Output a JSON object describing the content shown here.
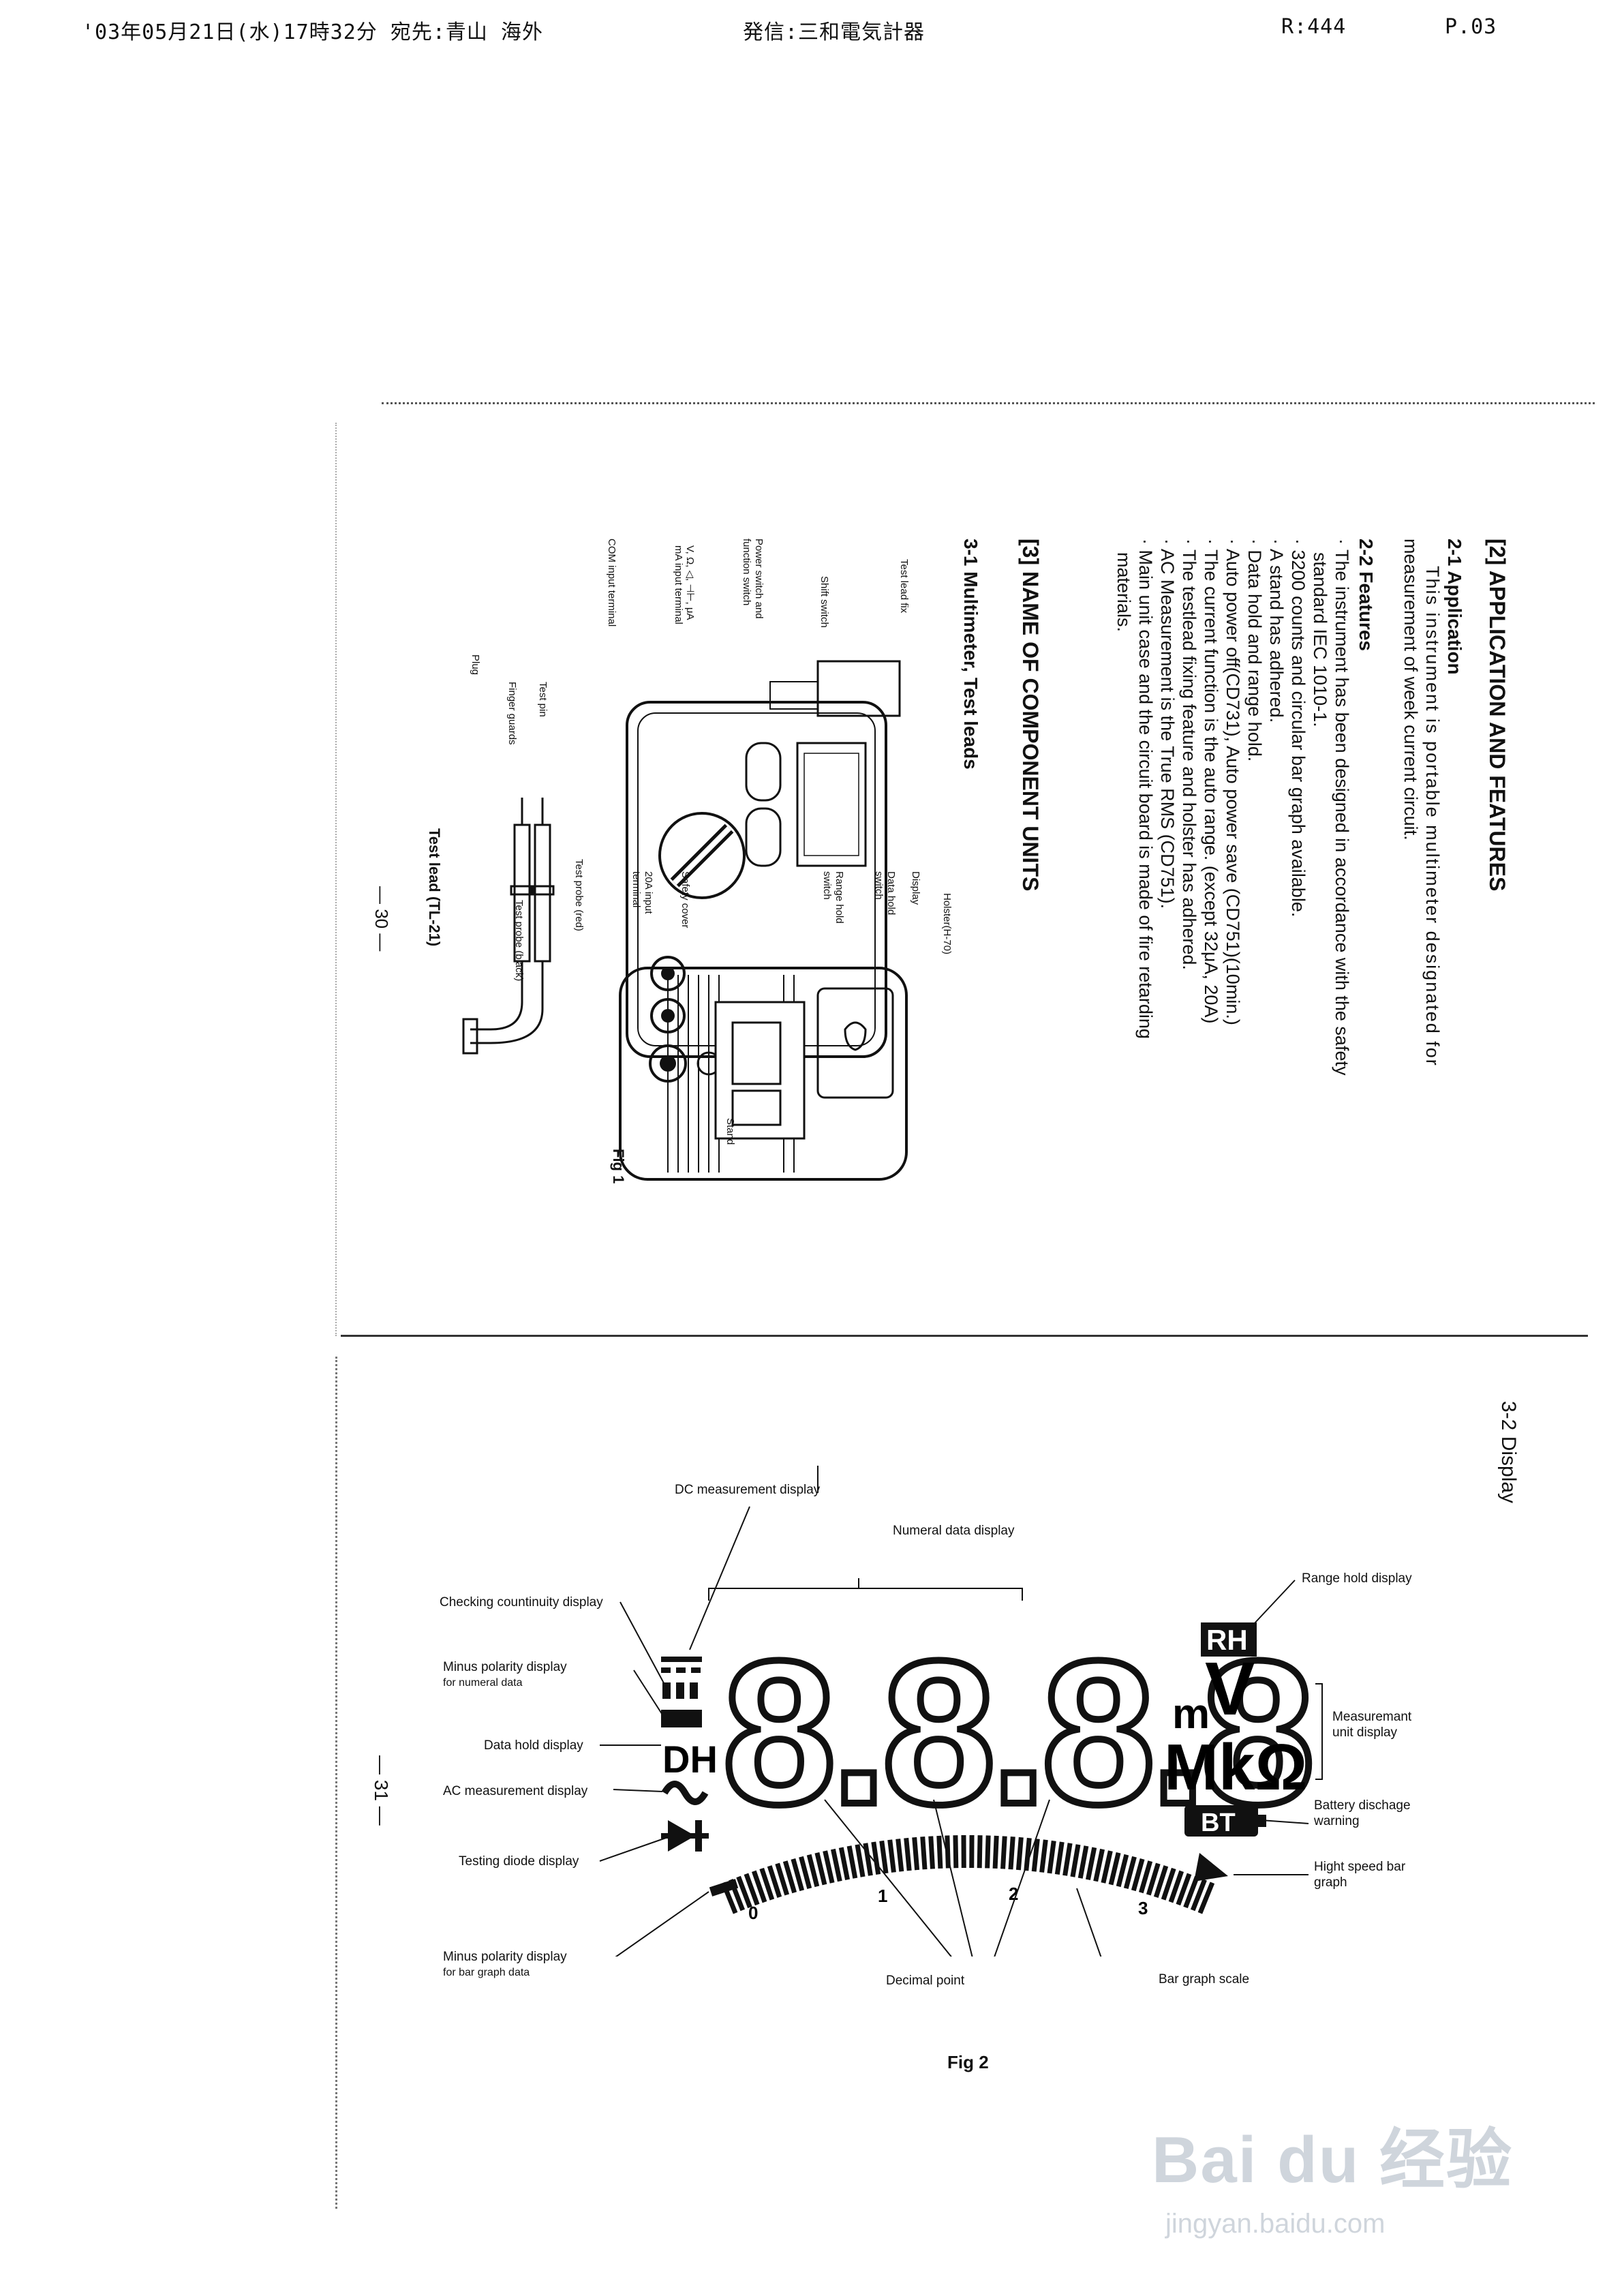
{
  "fax_header": {
    "datetime_dest": "'03年05月21日(水)17時32分 宛先:青山 海外",
    "sender": "発信:三和電気計器",
    "receipt": "R:444",
    "page": "P.03"
  },
  "section2": {
    "heading": "[2] APPLICATION AND FEATURES",
    "app_title": "2-1 Application",
    "app_text_1": "This instrument is portable multimeter designated for",
    "app_text_2": "measurement of week current circuit.",
    "feat_title": "2-2 Features",
    "features": [
      "· The instrument has been designed in accordance with the safety",
      "standard IEC 1010-1.",
      "· 3200 counts and circular bar graph available.",
      "· A stand has adhered.",
      "· Data hold and range hold.",
      "· Auto power off(CD731), Auto power save (CD751)(10min.)",
      "· The current function is the auto range. (except 32μA, 20A)",
      "· The testlead fixing feature and holster has adhered.",
      "· AC Measurement is the True RMS (CD751).",
      "· Main unit case and the circuit board is made of fire retarding",
      "materials."
    ]
  },
  "section3": {
    "heading": "[3] NAME OF COMPONENT UNITS",
    "sub": "3-1 Multimeter, Test leads",
    "labels_left": {
      "test_lead_fix": "Test lead fix",
      "shift_switch": "Shift switch",
      "power_switch_1": "Power switch and",
      "power_switch_2": "function switch",
      "v_input_1": "V, Ω, ◁, ⊣⊢, μA",
      "v_input_2": "mA input terminal",
      "com_input": "COM input terminal"
    },
    "labels_right": {
      "holster": "Holster(H-70)",
      "display": "Display",
      "data_hold_1": "Data hold",
      "data_hold_2": "switch",
      "range_hold_1": "Range hold",
      "range_hold_2": "switch",
      "safety_cover": "Safety cover",
      "a20_1": "20A input",
      "a20_2": "terminal",
      "stand": "Stand"
    },
    "lead_labels": {
      "test_pin": "Test pin",
      "finger_guards": "Finger guards",
      "plug": "Plug",
      "probe_red": "Test probe (red)",
      "probe_black": "Test probe (black)",
      "lead_title": "Test lead (TL-21)"
    },
    "fig1": "Fig 1",
    "page_num": "— 30 —"
  },
  "section32": {
    "title": "3-2 Display",
    "fig2": "Fig 2",
    "page_num": "— 31 —",
    "digits": "8.8.8.8",
    "units": {
      "mv": "m",
      "v": "V",
      "mkohm": "MkΩ",
      "rh": "RH",
      "bt": "BT",
      "dh": "DH"
    },
    "scale": [
      "0",
      "1",
      "2",
      "3"
    ],
    "labels": {
      "dc": "DC measurement display",
      "numeral": "Numeral data display",
      "range_hold": "Range hold display",
      "continuity": "Checking countinuity display",
      "minus_num_1": "Minus polarity display",
      "minus_num_2": "for numeral data",
      "data_hold": "Data hold display",
      "ac": "AC measurement display",
      "diode": "Testing diode display",
      "minus_bar_1": "Minus polarity display",
      "minus_bar_2": "for bar graph data",
      "decimal": "Decimal point",
      "bar_scale": "Bar graph scale",
      "meas_unit_1": "Measuremant",
      "meas_unit_2": "unit display",
      "battery_1": "Battery dischage",
      "battery_2": "warning",
      "high_speed_1": "Hight speed bar",
      "high_speed_2": "graph"
    }
  },
  "watermark": {
    "main": "Bai du 经验",
    "url": "jingyan.baidu.com"
  }
}
